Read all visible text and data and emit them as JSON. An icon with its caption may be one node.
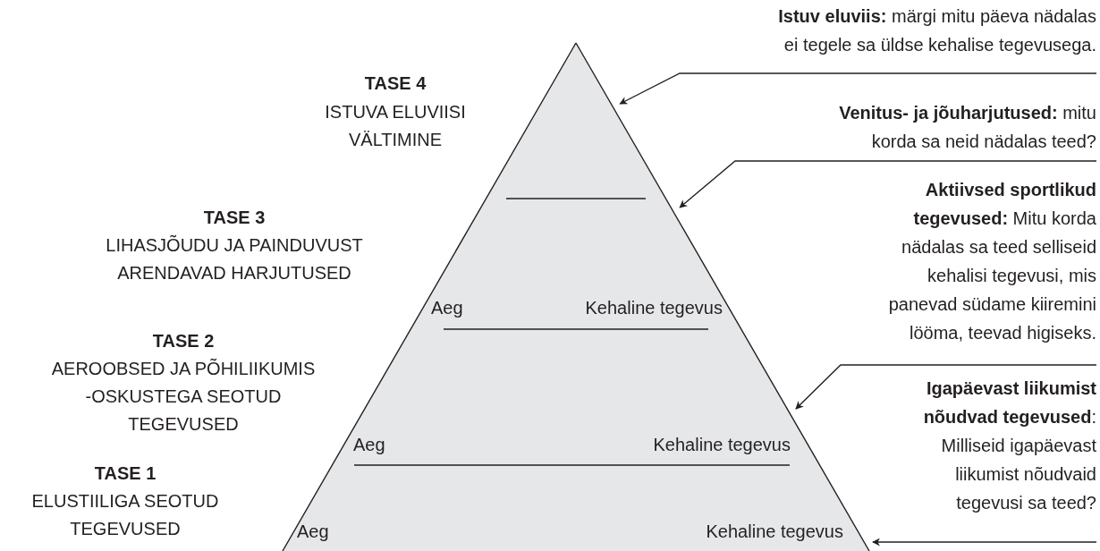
{
  "diagram": {
    "nodes": [
      {
        "text": [],
        "shape": "triangle"
      },
      {
        "text": [],
        "shape": "band",
        "in": 0
      },
      {
        "text": [
          "Aeg",
          "Kehaline tegevus"
        ],
        "in": 0
      },
      {
        "text": [
          "Aeg",
          "Kehaline tegevus"
        ],
        "in": 0
      },
      {
        "text": [
          "Aeg",
          "Kehaline tegevus"
        ],
        "in": 0
      },
      {
        "text": [
          "**Istuv eluviis:** märgi mitu päeva nädalas ei tegele sa üldse kehalise tegevusega."
        ]
      },
      {
        "text": [
          "**Venitus- ja jõuharjutused:** mitu korda sa neid nädalas teed?"
        ]
      },
      {
        "text": [
          "**Aktiivsed sportlikud tegevused:** Mitu korda nädalas sa teed selliseid kehalisi tegevusi, mis panevad südame kiiremini lööma, teevad higiseks."
        ]
      },
      {
        "text": [
          "**Igapäevast liikumist nõudvad tegevused**: Milliseid igapäevast liikumist nõudvaid tegevusi sa teed?"
        ]
      }
    ],
    "edges": [
      {
        "from": 5,
        "to": 1,
        "arrow": "to"
      },
      {
        "from": 6,
        "to": 2,
        "arrow": "to"
      },
      {
        "from": 7,
        "to": 3,
        "arrow": "to"
      },
      {
        "from": 8,
        "to": 4,
        "arrow": "to"
      }
    ],
    "labels": [
      "TASE 4",
      "ISTUVA ELUVIISI VÄLTIMINE",
      "TASE 3",
      "LIHASJÕUDU JA PAINDUVUST ARENDAVAD HARJUTUSED",
      "TASE 2",
      "AEROOBSED JA PÕHILIIKUMIS -OSKUSTEGA SEOTUD TEGEVUSED",
      "TASE 1",
      "ELUSTIILIGA SEOTUD TEGEVUSED"
    ]
  }
}
